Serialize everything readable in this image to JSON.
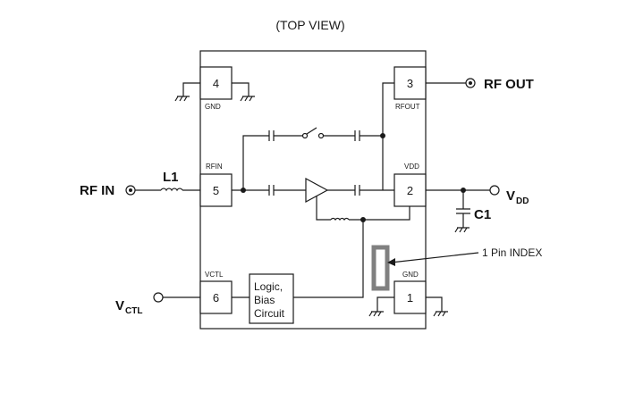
{
  "title": "(TOP VIEW)",
  "pins": [
    {
      "number": "4",
      "label": "GND"
    },
    {
      "number": "3",
      "label": "RFOUT"
    },
    {
      "number": "5",
      "label": "RFIN"
    },
    {
      "number": "2",
      "label": "VDD"
    },
    {
      "number": "6",
      "label": "VCTL"
    },
    {
      "number": "1",
      "label": "GND"
    }
  ],
  "external": {
    "rf_in": "RF IN",
    "rf_out": "RF OUT",
    "l1": "L1",
    "c1": "C1",
    "vdd_main": "V",
    "vdd_sub": "DD",
    "vctl_main": "V",
    "vctl_sub": "CTL"
  },
  "logic_block": [
    "Logic,",
    "Bias",
    "Circuit"
  ],
  "index_label": "1 Pin INDEX",
  "colors": {
    "line": "#1a1a1a",
    "index_marker": "#808080"
  }
}
